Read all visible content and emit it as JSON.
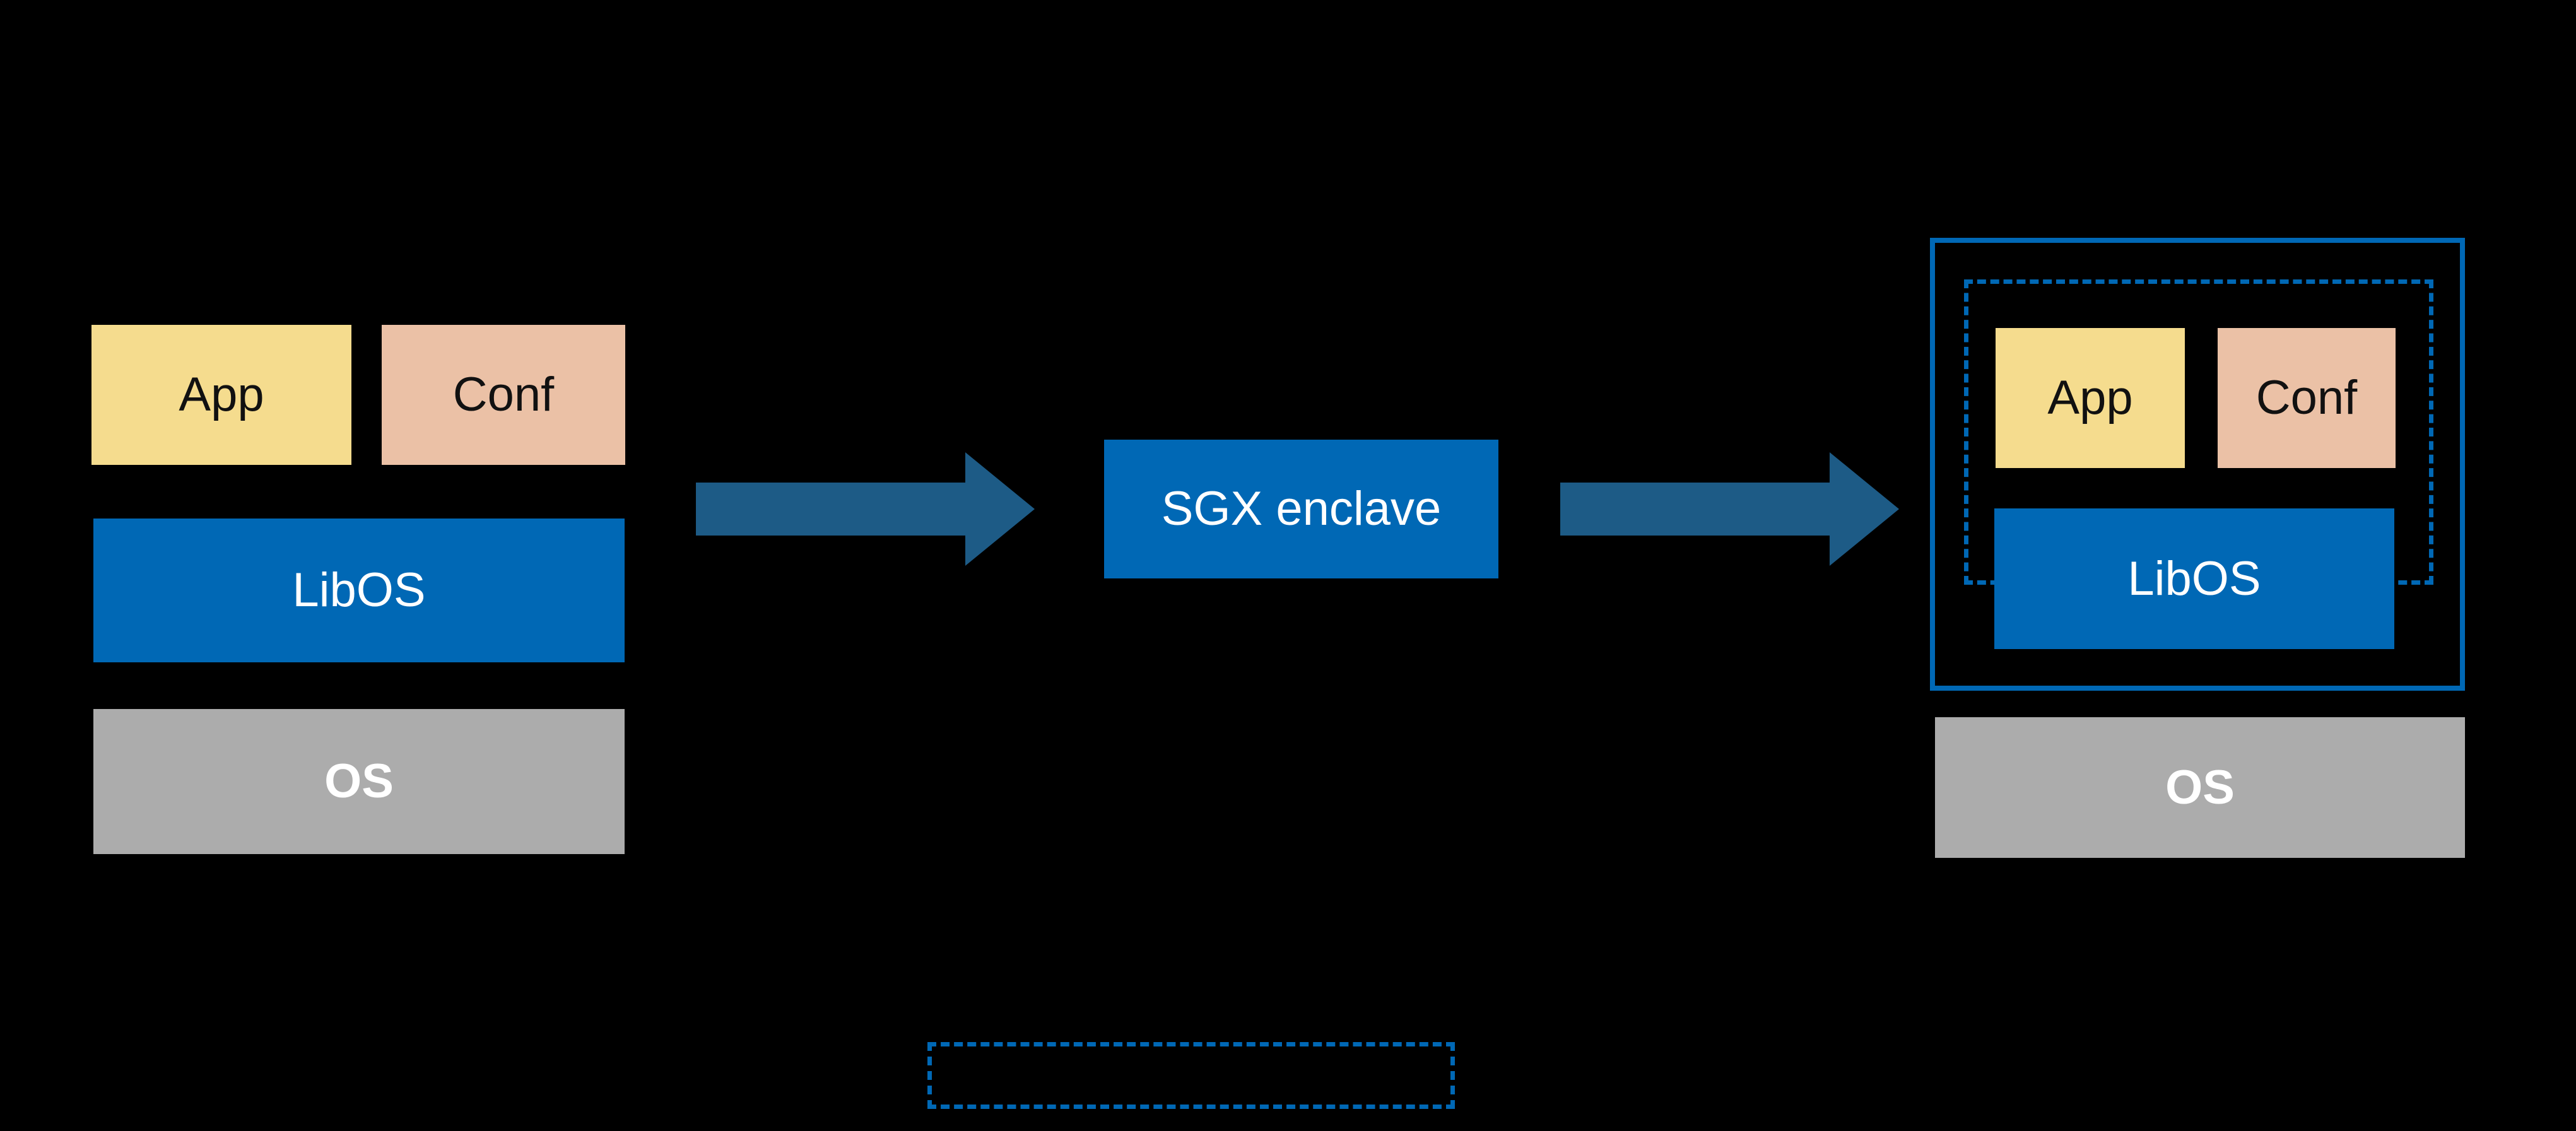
{
  "diagram": {
    "left_stack": {
      "app": "App",
      "conf": "Conf",
      "libos": "LibOS",
      "os": "OS"
    },
    "center": {
      "sgx_enclave": "SGX enclave"
    },
    "right_stack": {
      "app": "App",
      "conf": "Conf",
      "libos": "LibOS",
      "os": "OS"
    },
    "colors": {
      "background": "#000000",
      "app_fill": "#F5DC8E",
      "conf_fill": "#EBC1A6",
      "libos_fill": "#0068B5",
      "sgx_fill": "#0068B5",
      "os_fill": "#ACACAC",
      "arrow_fill": "#1D5B86",
      "enclave_outline": "#0068B5",
      "dashed_outline": "#0068B5"
    }
  }
}
